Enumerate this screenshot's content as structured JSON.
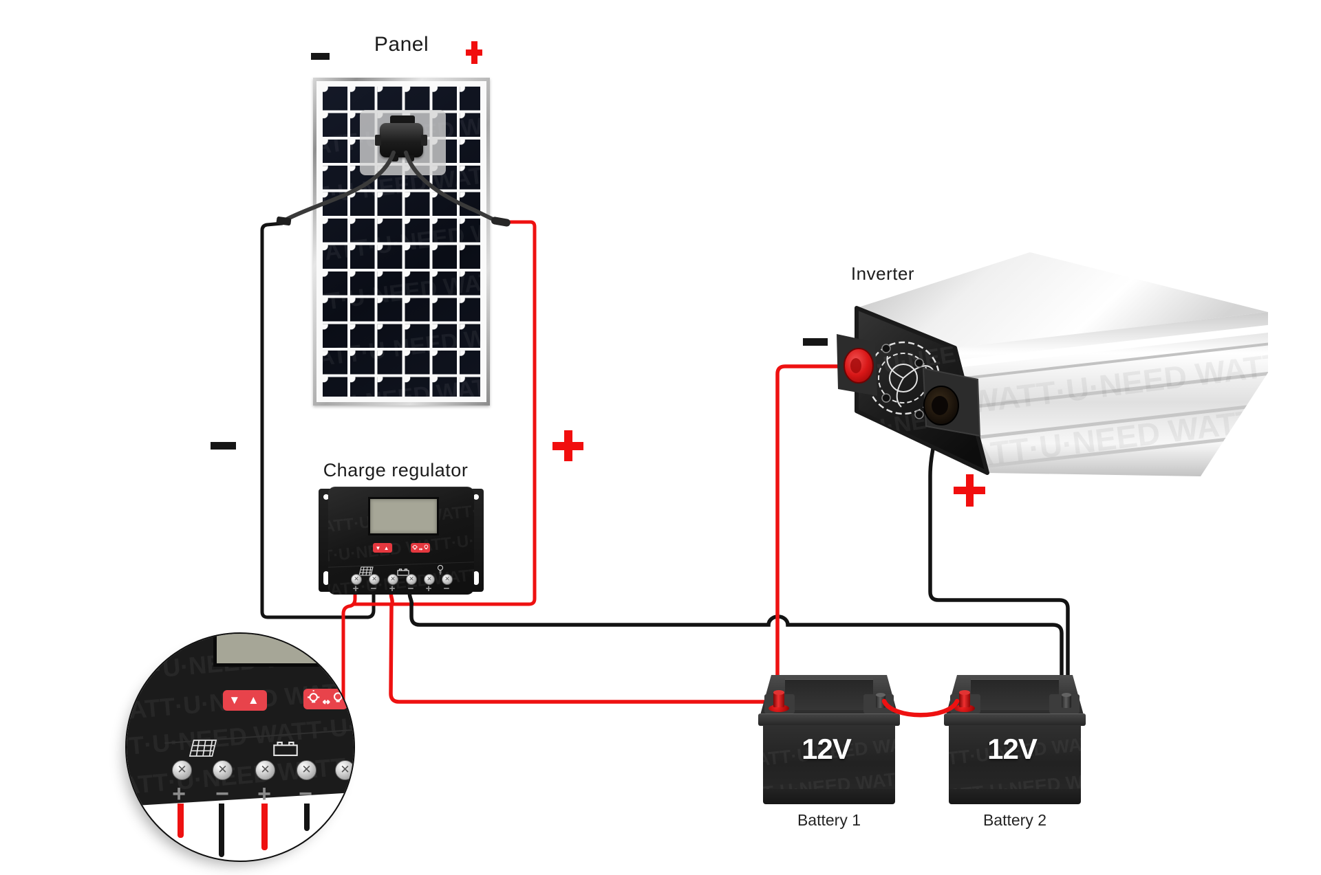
{
  "scene": {
    "watermark": "WATT·U·NEED",
    "watermark_row": "WATT·U·NEED WATT·U·NEED WATT·U·NEED",
    "labels": {
      "panel": "Panel",
      "regulator": "Charge regulator",
      "inverter": "Inverter"
    },
    "symbols": {
      "plus": "+",
      "minus": "−"
    },
    "regulator": {
      "updown_glyph": "▼ ▲",
      "terminal_marks": [
        "+",
        "−",
        "+",
        "−",
        "+",
        "−"
      ],
      "zoom_terminal_marks": [
        "+",
        "−",
        "+",
        "−"
      ]
    },
    "batteries": [
      {
        "voltage": "12V",
        "label": "Battery 1"
      },
      {
        "voltage": "12V",
        "label": "Battery 2"
      }
    ],
    "icons": [
      "solar-array-icon",
      "battery-icon",
      "lamp-icon",
      "fan-icon",
      "updown-buttons-icon"
    ],
    "colors": {
      "wire_red": "#ee1111",
      "wire_black": "#131313",
      "button_red": "#e8434b",
      "lcd": "#a6a697",
      "battery_terminal_red": "#d41414"
    }
  }
}
